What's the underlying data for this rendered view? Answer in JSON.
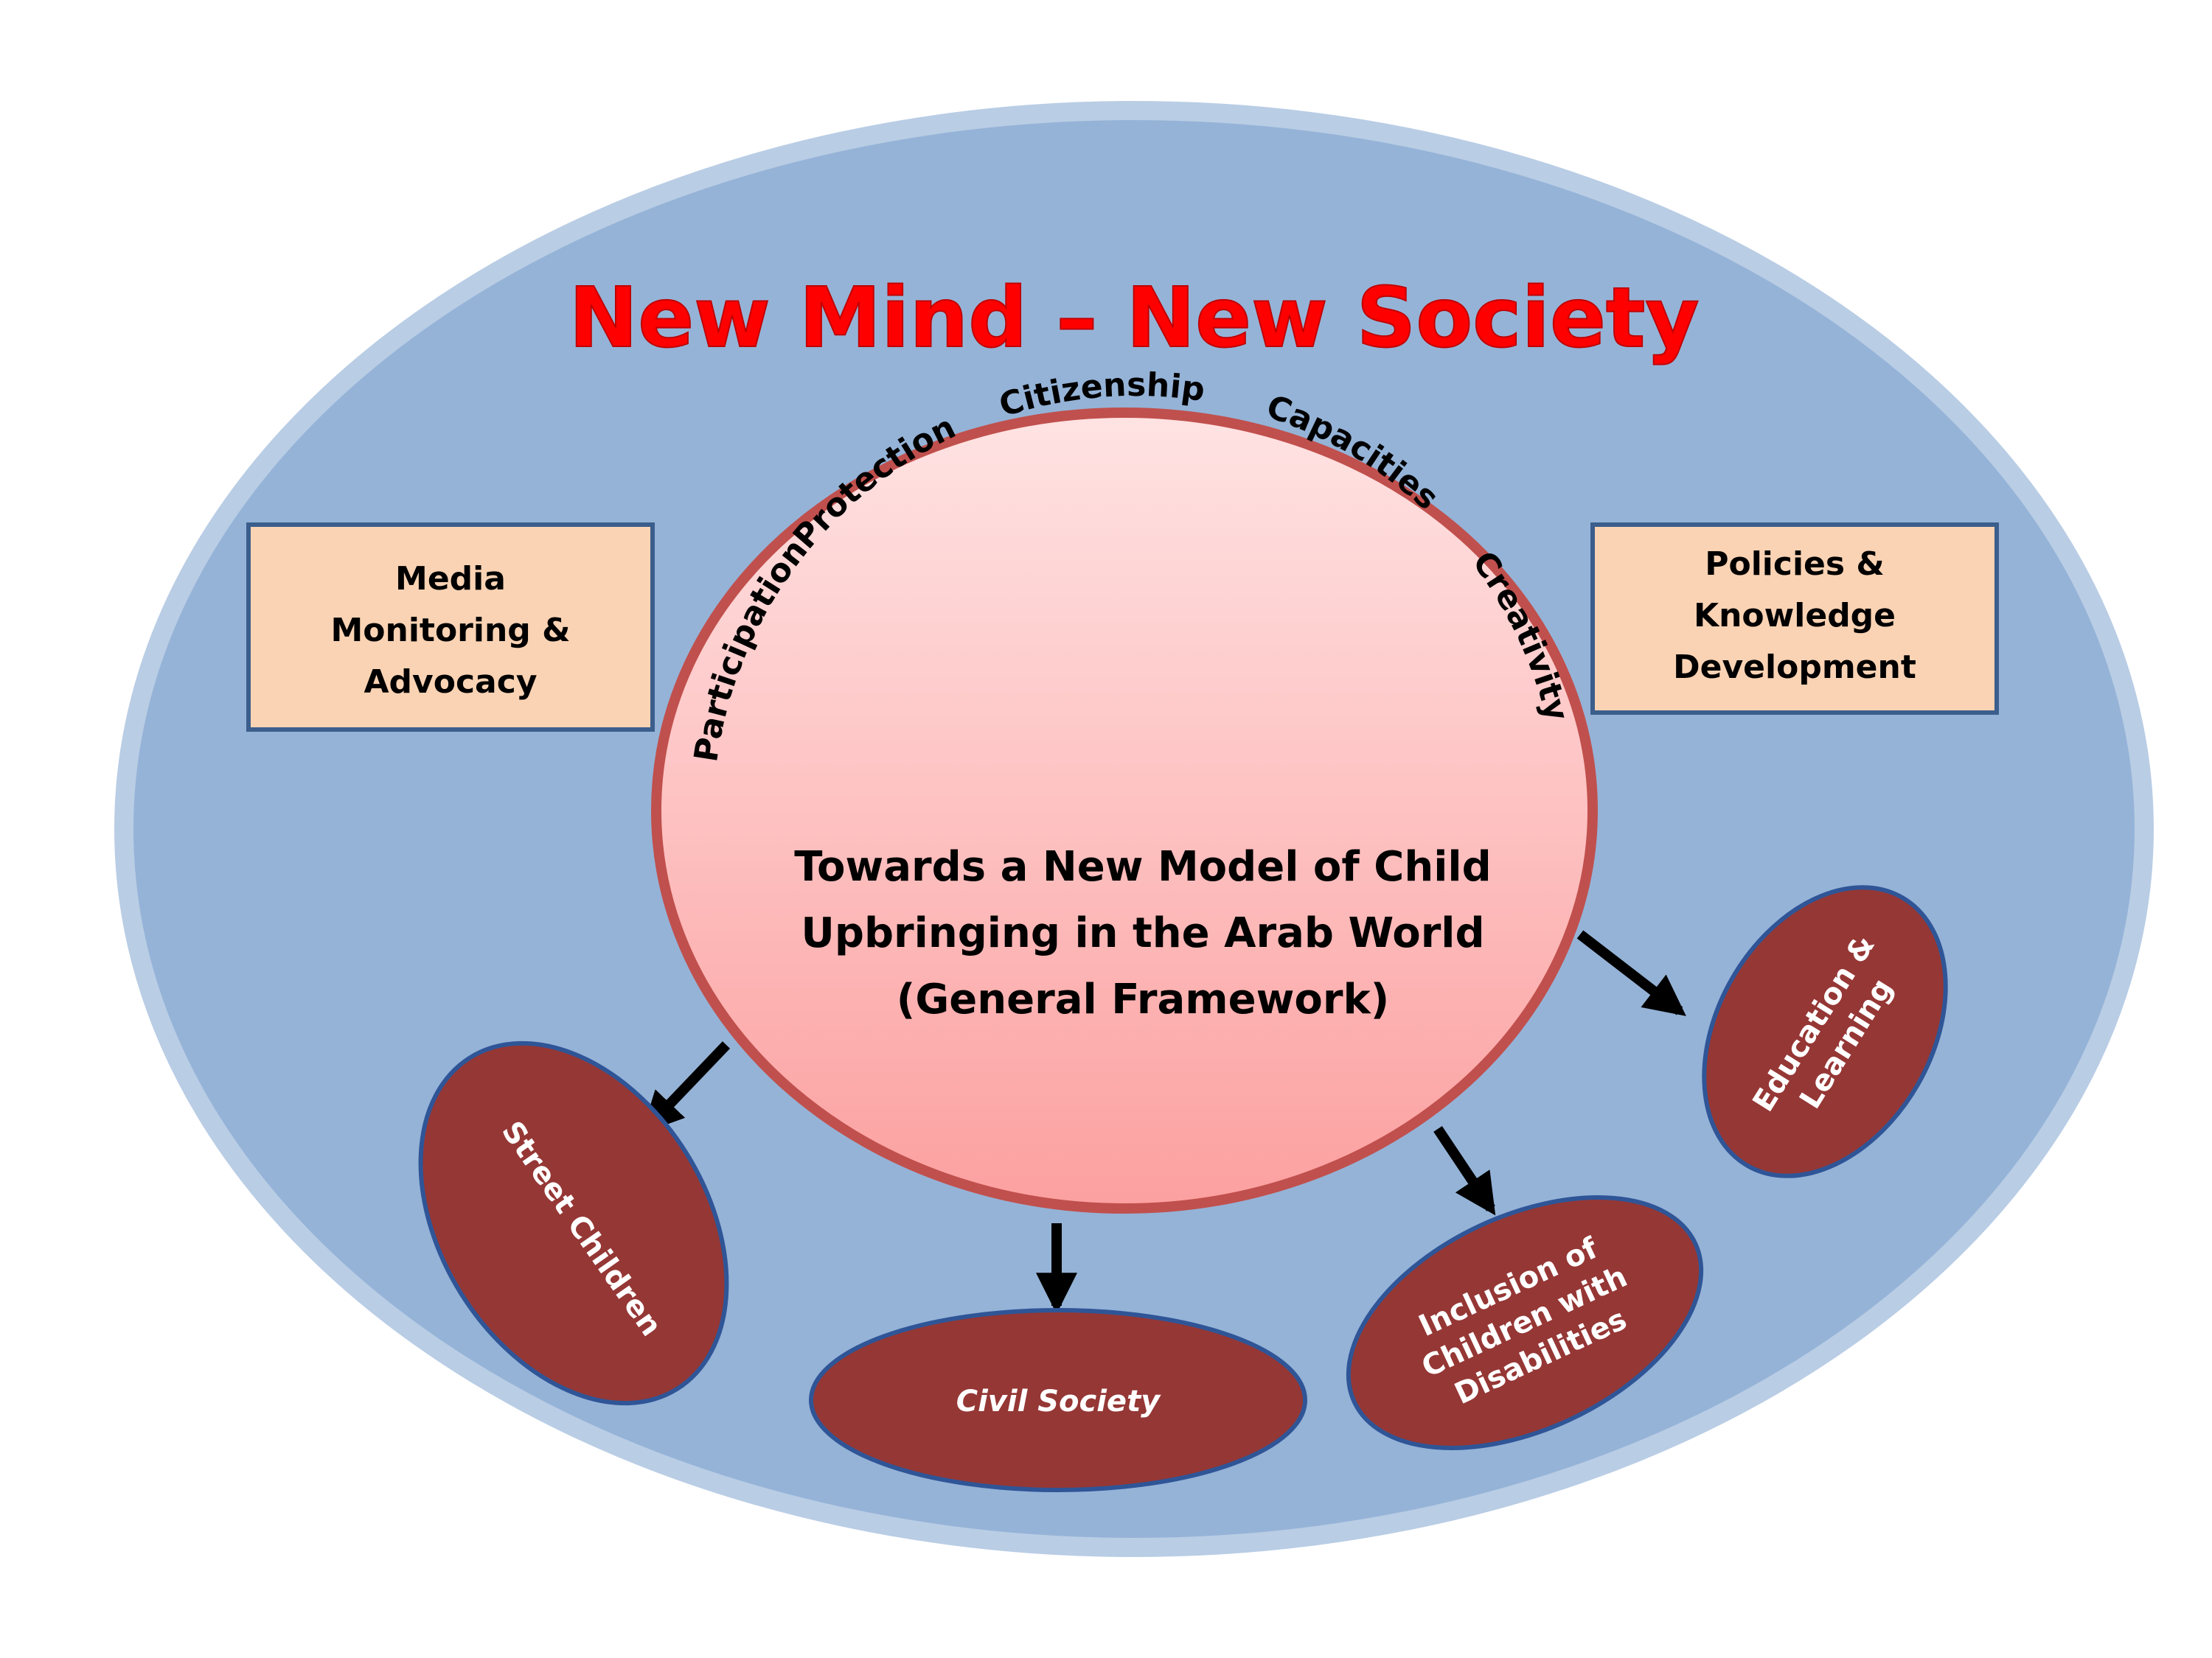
{
  "title": "New Mind – New Society",
  "colors": {
    "outer_fill": "#95B3D7",
    "outer_ring": "#B9CDE5",
    "title_fill": "#FF0000",
    "title_stroke": "#C00000",
    "box_fill": "#FAD3B4",
    "box_stroke": "#3B5E8C",
    "center_fill_top": "#FFE3E3",
    "center_fill_bottom": "#FCA0A0",
    "center_stroke": "#C0504D",
    "oval_fill": "#953735",
    "oval_stroke": "#2F5597",
    "arrow": "#000000"
  },
  "boxes": {
    "left": {
      "lines": [
        "Media",
        "Monitoring &",
        "Advocacy"
      ]
    },
    "right": {
      "lines": [
        "Policies &",
        "Knowledge",
        "Development"
      ]
    }
  },
  "center": {
    "lines": [
      "Towards a New Model of Child",
      "Upbringing in the Arab World",
      "(General Framework)"
    ]
  },
  "values": [
    "Participation",
    "Protection",
    "Citizenship",
    "Capacities",
    "Creativity"
  ],
  "outcomes": {
    "street": {
      "lines": [
        "Street Children"
      ]
    },
    "civil": {
      "lines": [
        "Civil Society"
      ]
    },
    "inclusion": {
      "lines": [
        "Inclusion of",
        "Children with",
        "Disabilities"
      ]
    },
    "education": {
      "lines": [
        "Education &",
        "Learning"
      ]
    }
  }
}
